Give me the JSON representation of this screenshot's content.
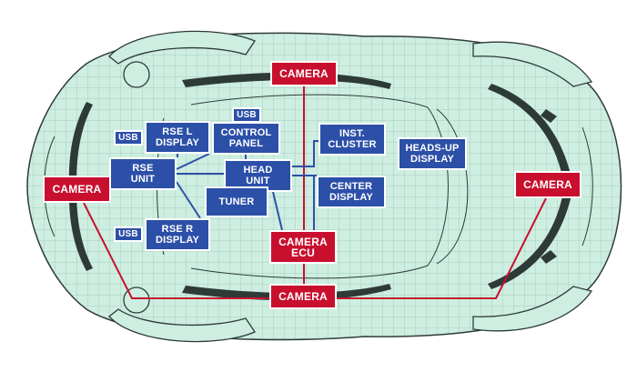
{
  "colors": {
    "car_body": "#cdeee0",
    "car_mesh": "#6f8f83",
    "car_dark": "#2e3a37",
    "ecu_box": "#2c50a8",
    "camera_box": "#c8102e",
    "blue_link": "#2c50a8",
    "red_link": "#c8102e"
  },
  "labels": {
    "camera_top": "CAMERA",
    "camera_left": "CAMERA",
    "camera_right": "CAMERA",
    "camera_bottom": "CAMERA",
    "camera_ecu": "CAMERA\nECU",
    "usb_top": "USB",
    "usb_left_top": "USB",
    "usb_left_bottom": "USB",
    "rse_l_display": "RSE L\nDISPLAY",
    "control_panel": "CONTROL\nPANEL",
    "inst_cluster": "INST.\nCLUSTER",
    "heads_up_display": "HEADS-UP\nDISPLAY",
    "rse_unit": "RSE\nUNIT",
    "head_unit": "HEAD\nUNIT",
    "tuner": "TUNER",
    "center_display": "CENTER\nDISPLAY",
    "rse_r_display": "RSE R\nDISPLAY"
  }
}
